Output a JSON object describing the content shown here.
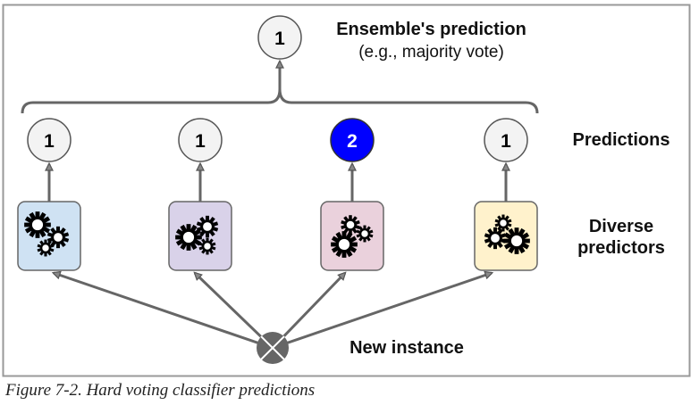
{
  "diagram": {
    "title": "Ensemble's prediction",
    "subtitle": "(e.g., majority vote)",
    "ensemble_prediction": "1",
    "labels": {
      "predictions": "Predictions",
      "diverse": "Diverse",
      "predictors": "predictors",
      "new_instance": "New instance"
    },
    "predictors": [
      {
        "prediction": "1",
        "box_color": "#cfe2f3",
        "circle_color": "#f3f3f3",
        "text_color": "#000000"
      },
      {
        "prediction": "1",
        "box_color": "#d9d2e9",
        "circle_color": "#f3f3f3",
        "text_color": "#000000"
      },
      {
        "prediction": "2",
        "box_color": "#ead1dc",
        "circle_color": "#0000ff",
        "text_color": "#ffffff"
      },
      {
        "prediction": "1",
        "box_color": "#fff2cc",
        "circle_color": "#f3f3f3",
        "text_color": "#000000"
      }
    ],
    "colors": {
      "line": "#666666",
      "node_fill": "#666666",
      "frame": "#999999"
    }
  },
  "caption": "Figure 7-2. Hard voting classifier predictions"
}
